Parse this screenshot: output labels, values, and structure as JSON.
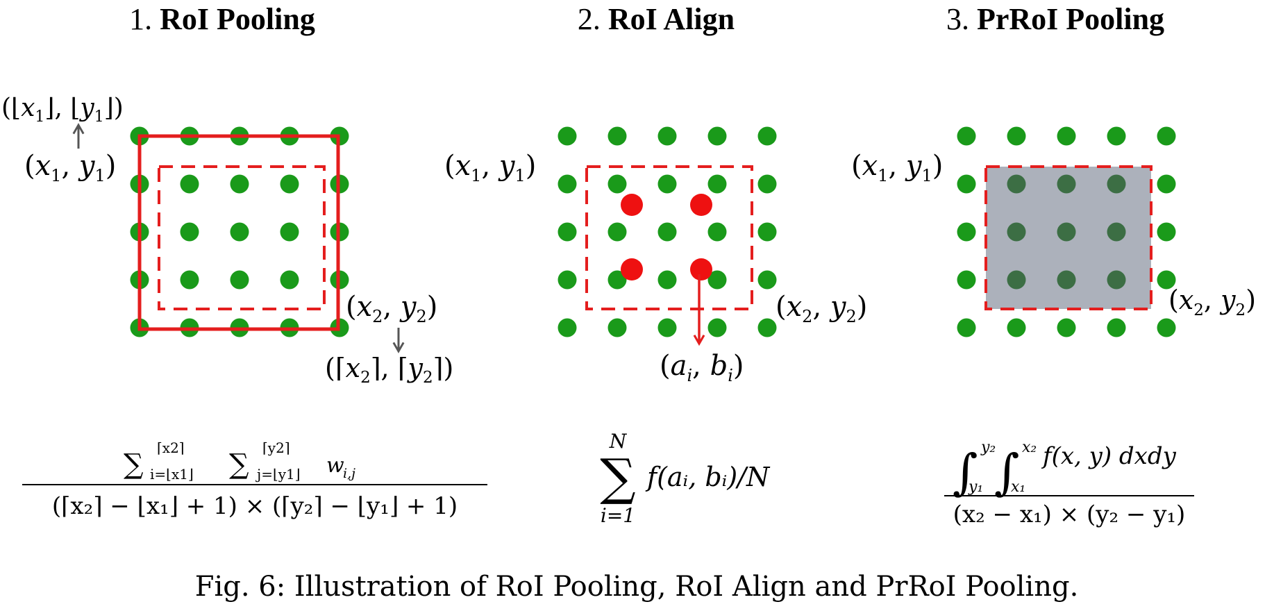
{
  "titles": {
    "roi_pooling": {
      "num": "1.",
      "name": "RoI Pooling"
    },
    "roi_align": {
      "num": "2.",
      "name": "RoI Align"
    },
    "prroi_pooling": {
      "num": "3.",
      "name": "PrRoI Pooling"
    }
  },
  "labels": {
    "p1": {
      "floor_pt": [
        "(⌊",
        "x",
        "1",
        "⌋, ⌊",
        "y",
        "1",
        "⌋)"
      ],
      "x1y1": [
        "(",
        "x",
        "1",
        ", ",
        "y",
        "1",
        ")"
      ],
      "x2y2": [
        "(",
        "x",
        "2",
        ", ",
        "y",
        "2",
        ")"
      ],
      "ceil_pt": [
        "(⌈",
        "x",
        "2",
        "⌉, ⌈",
        "y",
        "2",
        "⌉)"
      ]
    },
    "p2": {
      "x1y1": [
        "(",
        "x",
        "1",
        ", ",
        "y",
        "1",
        ")"
      ],
      "x2y2": [
        "(",
        "x",
        "2",
        ", ",
        "y",
        "2",
        ")"
      ],
      "aibi": [
        "(",
        "a",
        "i",
        ", ",
        "b",
        "i",
        ")"
      ]
    },
    "p3": {
      "x1y1": [
        "(",
        "x",
        "1",
        ", ",
        "y",
        "1",
        ")"
      ],
      "x2y2": [
        "(",
        "x",
        "2",
        ", ",
        "y",
        "2",
        ")"
      ]
    }
  },
  "formulas": {
    "roi_pooling": {
      "num": [
        "∑",
        "⌈x2⌉",
        "i=⌊x1⌋",
        "∑",
        "⌈y2⌉",
        "j=⌊y1⌋",
        "w",
        "i,j"
      ],
      "den": "(⌈x₂⌉ − ⌊x₁⌋ + 1) × (⌈y₂⌉ − ⌊y₁⌋ + 1)"
    },
    "roi_align": {
      "sum": "∑",
      "upper": "N",
      "lower": "i=1",
      "body": "f(aᵢ, bᵢ)/N"
    },
    "prroi_pooling": {
      "int": "∫",
      "up1": "y₂",
      "lo1": "y₁",
      "up2": "x₂",
      "lo2": "x₁",
      "body": "f(x, y) dxdy",
      "den": "(x₂ − x₁) × (y₂ − y₁)"
    }
  },
  "caption": "Fig. 6: Illustration of RoI Pooling, RoI Align and PrRoI Pooling.",
  "colors": {
    "green_dot": "#1a9a1a",
    "red": "#e41e1e",
    "gray_arrow": "#555555",
    "shade": "#a9aeb9",
    "dark_dot": "#3c6e44"
  }
}
